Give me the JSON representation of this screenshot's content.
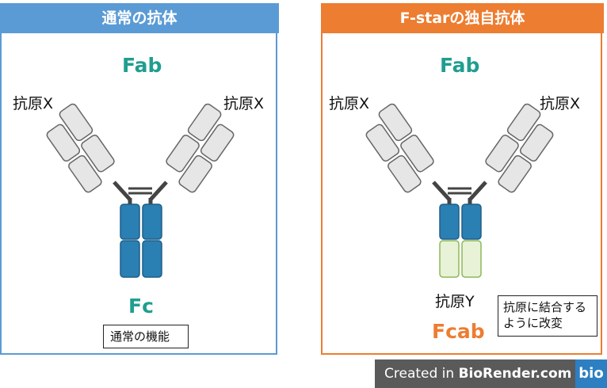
{
  "left_panel": {
    "title": "通常の抗体",
    "fab_label": "Fab",
    "antigen_left": "抗原X",
    "antigen_right": "抗原X",
    "fc_label": "Fc",
    "note": "通常の機能"
  },
  "right_panel": {
    "title": "F-starの独自抗体",
    "fab_label": "Fab",
    "antigen_left": "抗原X",
    "antigen_right": "抗原X",
    "antigen_bottom": "抗原Y",
    "fcab_label": "Fcab",
    "note_line1": "抗原に結合する",
    "note_line2": "ように改変"
  },
  "colors": {
    "left_accent": "#5b9bd5",
    "right_accent": "#ed7d31",
    "fab_label": "#1f9e8f",
    "fab_domain": "#e6e6e6",
    "fc_domain": "#2a7fb3",
    "fcab_domain": "#e8f2d6"
  },
  "footer": {
    "prefix": "Created in ",
    "brand": "BioRender.com",
    "logo": "bio"
  }
}
